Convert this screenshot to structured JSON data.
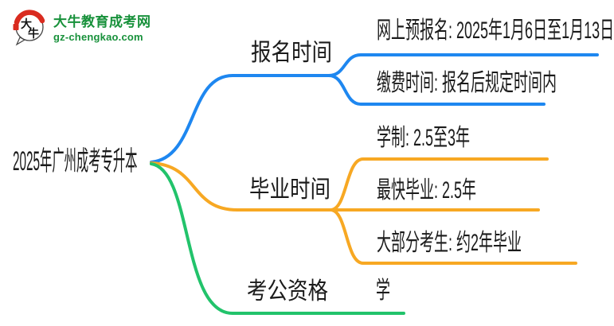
{
  "site": {
    "logo_title": "大牛教育成考网",
    "logo_domain": "gz-chengkao.com",
    "logo_icon_chars": {
      "top": "大",
      "bottom": "牛"
    },
    "brand_green": "#18913B",
    "brand_red": "#D92B1F"
  },
  "mindmap": {
    "root": "2025年广州成考专升本",
    "colors": {
      "blue": "#1E87F0",
      "orange": "#F7A823",
      "green": "#22C36B",
      "text": "#1b1b1b"
    },
    "branches": [
      {
        "label": "报名时间",
        "color": "#1E87F0",
        "children": [
          "网上预报名: 2025年1月6日至1月13日",
          "缴费时间: 报名后规定时间内"
        ]
      },
      {
        "label": "毕业时间",
        "color": "#F7A823",
        "children": [
          "学制: 2.5至3年",
          "最快毕业: 2.5年",
          "大部分考生: 约2年毕业"
        ]
      },
      {
        "label": "考公资格",
        "color": "#22C36B",
        "children": [
          "学"
        ]
      }
    ]
  }
}
